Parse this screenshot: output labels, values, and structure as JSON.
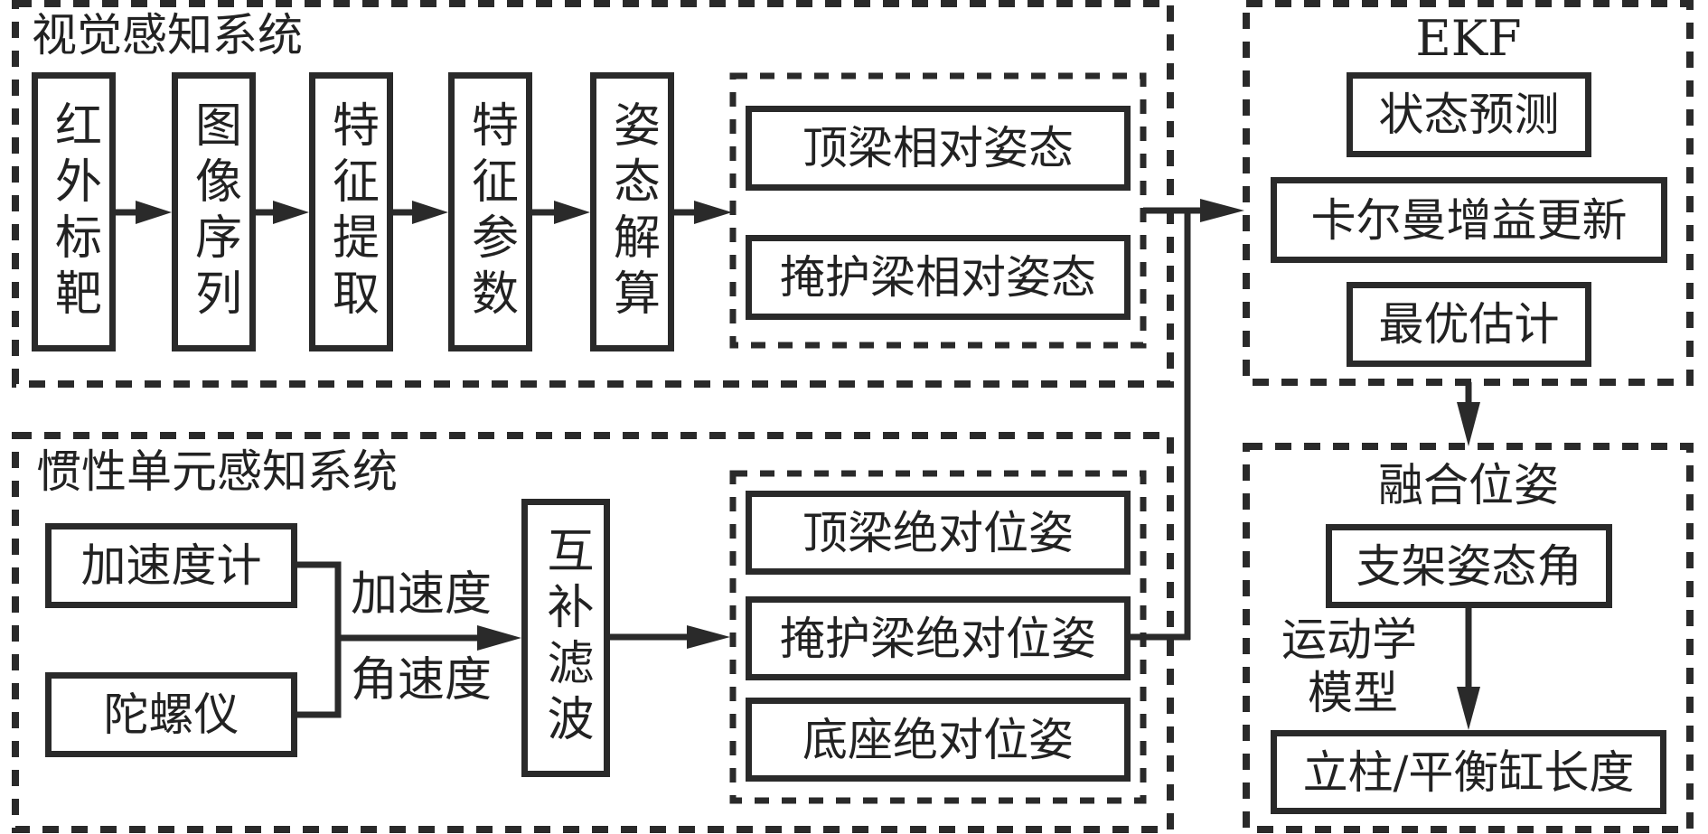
{
  "visual_system": {
    "title": "视觉感知系统",
    "pipeline": [
      {
        "label": "红外标靶"
      },
      {
        "label": "图像序列"
      },
      {
        "label": "特征提取"
      },
      {
        "label": "特征参数"
      },
      {
        "label": "姿态解算"
      }
    ],
    "outputs": [
      {
        "label": "顶梁相对姿态"
      },
      {
        "label": "掩护梁相对姿态"
      }
    ]
  },
  "inertial_system": {
    "title": "惯性单元感知系统",
    "sensors": [
      {
        "label": "加速度计"
      },
      {
        "label": "陀螺仪"
      }
    ],
    "signals": {
      "acceleration": "加速度",
      "angular_velocity": "角速度"
    },
    "filter": {
      "label": "互补滤波"
    },
    "outputs": [
      {
        "label": "顶梁绝对位姿"
      },
      {
        "label": "掩护梁绝对位姿"
      },
      {
        "label": "底座绝对位姿"
      }
    ]
  },
  "ekf": {
    "title": "EKF",
    "steps": [
      {
        "label": "状态预测"
      },
      {
        "label": "卡尔曼增益更新"
      },
      {
        "label": "最优估计"
      }
    ]
  },
  "fusion": {
    "title": "融合位姿",
    "attitude": {
      "label": "支架姿态角"
    },
    "model_label_line1": "运动学",
    "model_label_line2": "模型",
    "result": {
      "label": "立柱/平衡缸长度"
    }
  },
  "colors": {
    "stroke": "#2a2a2a",
    "text": "#222222",
    "background": "#ffffff"
  }
}
